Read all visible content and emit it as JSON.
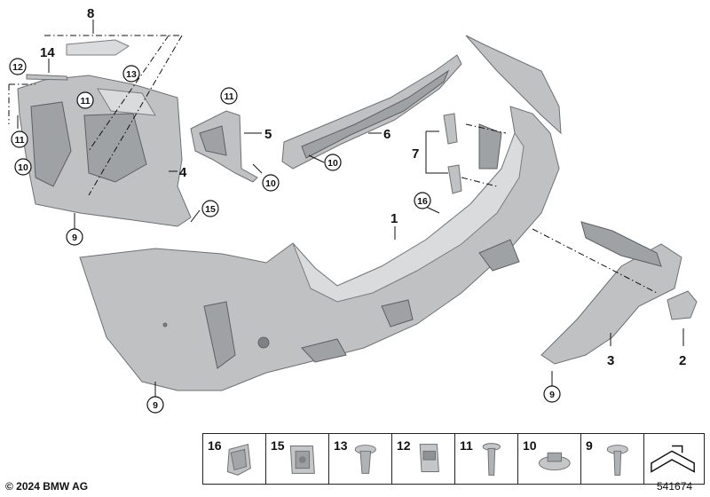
{
  "callouts": {
    "c1": "1",
    "c2": "2",
    "c3": "3",
    "c4": "4",
    "c5": "5",
    "c6": "6",
    "c7": "7",
    "c8": "8",
    "c14": "14",
    "r9a": "9",
    "r9b": "9",
    "r9c": "9",
    "r10a": "10",
    "r10b": "10",
    "r10c": "10",
    "r11a": "11",
    "r11b": "11",
    "r11c": "11",
    "r12": "12",
    "r13": "13",
    "r15": "15",
    "r16": "16"
  },
  "legend": {
    "cells": [
      "16",
      "15",
      "13",
      "12",
      "11",
      "10",
      "9"
    ]
  },
  "footer": {
    "copyright": "© 2024 BMW AG",
    "diagram_id": "541674"
  }
}
